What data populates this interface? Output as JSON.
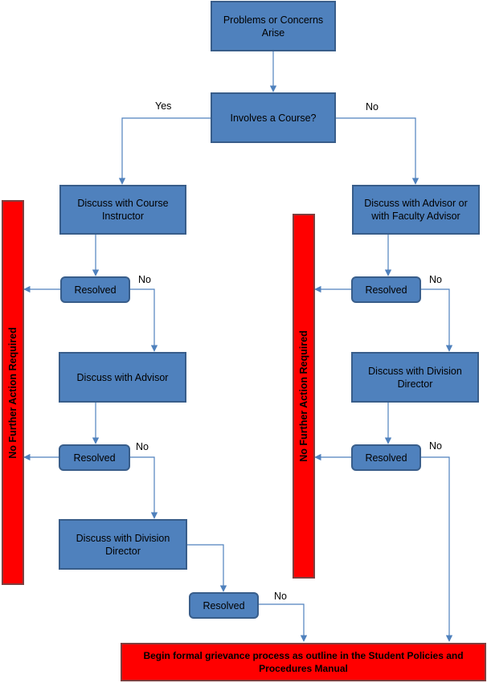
{
  "nodes": {
    "start": "Problems or Concerns Arise",
    "decision": "Involves a Course?",
    "course_instructor": "Discuss with Course Instructor",
    "advisor_or_faculty": "Discuss with Advisor or with Faculty Advisor",
    "advisor": "Discuss with Advisor",
    "division_director_left": "Discuss with Division Director",
    "division_director_right": "Discuss with Division Director",
    "resolved": "Resolved",
    "grievance": "Begin formal grievance process as outline in the Student Policies and Procedures Manual"
  },
  "labels": {
    "yes": "Yes",
    "no": "No"
  },
  "bars": {
    "no_action": "No Further Action Required"
  },
  "colors": {
    "box_fill": "#4f81bd",
    "box_border": "#385d8a",
    "connector": "#4f81bd",
    "alert": "#ff0000"
  }
}
